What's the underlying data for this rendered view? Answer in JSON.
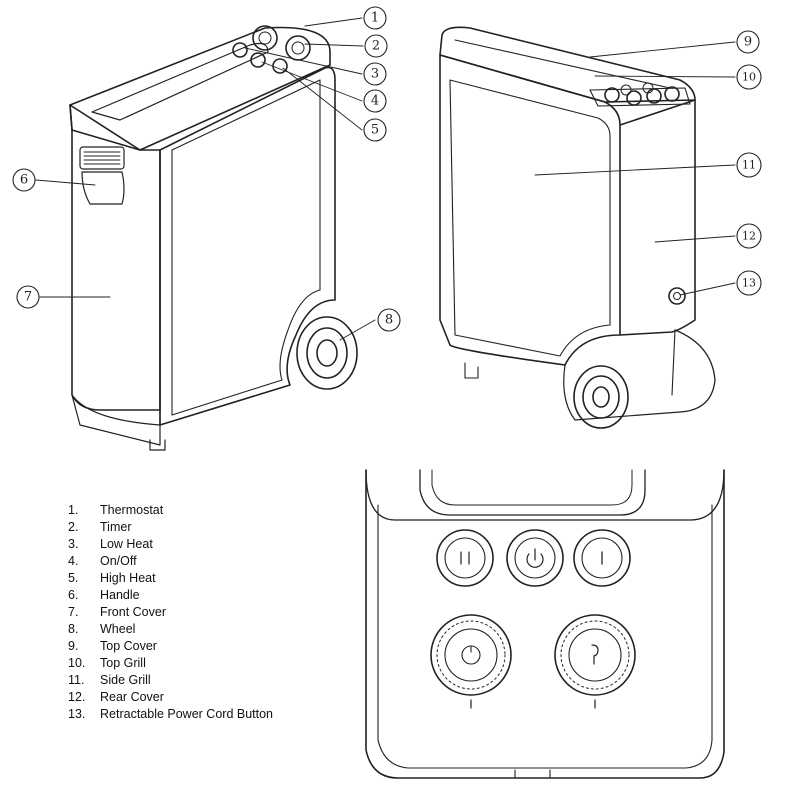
{
  "callouts": [
    "1",
    "2",
    "3",
    "4",
    "5",
    "6",
    "7",
    "8",
    "9",
    "10",
    "11",
    "12",
    "13"
  ],
  "legend": [
    {
      "num": "1.",
      "label": "Thermostat"
    },
    {
      "num": "2.",
      "label": "Timer"
    },
    {
      "num": "3.",
      "label": "Low Heat"
    },
    {
      "num": "4.",
      "label": "On/Off"
    },
    {
      "num": "5.",
      "label": "High Heat"
    },
    {
      "num": "6.",
      "label": "Handle"
    },
    {
      "num": "7.",
      "label": "Front Cover"
    },
    {
      "num": "8.",
      "label": "Wheel"
    },
    {
      "num": "9.",
      "label": "Top Cover"
    },
    {
      "num": "10.",
      "label": "Top Grill"
    },
    {
      "num": "11.",
      "label": "Side Grill"
    },
    {
      "num": "12.",
      "label": "Rear Cover"
    },
    {
      "num": "13.",
      "label": "Retractable Power Cord Button"
    }
  ]
}
